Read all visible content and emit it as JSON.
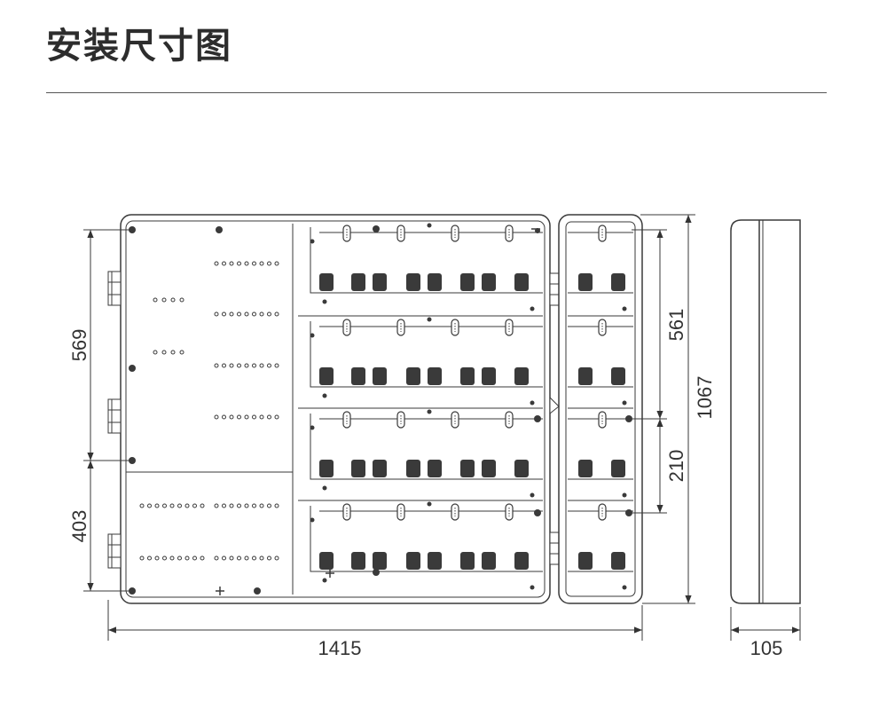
{
  "title": "安装尺寸图",
  "dimensions": {
    "height_upper": "569",
    "height_lower": "403",
    "width_total": "1415",
    "height_total": "1067",
    "side_upper": "561",
    "side_middle": "210",
    "depth": "105"
  },
  "colors": {
    "line": "#3a3a3a",
    "fill_dark": "#3a3a3a",
    "background": "#ffffff"
  }
}
